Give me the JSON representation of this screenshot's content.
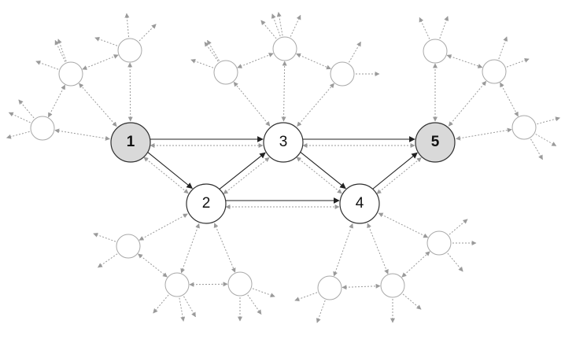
{
  "colors": {
    "highlight_fill": "#d9d9d9",
    "normal_fill": "#ffffff",
    "solid_edge": "#222222",
    "dotted_edge": "#9a9a9a"
  },
  "nodes": [
    {
      "id": "n1",
      "label": "1",
      "highlighted": true
    },
    {
      "id": "n2",
      "label": "2",
      "highlighted": false
    },
    {
      "id": "n3",
      "label": "3",
      "highlighted": false
    },
    {
      "id": "n4",
      "label": "4",
      "highlighted": false
    },
    {
      "id": "n5",
      "label": "5",
      "highlighted": true
    }
  ],
  "directed_edges": [
    {
      "from": "n1",
      "to": "n3"
    },
    {
      "from": "n1",
      "to": "n2"
    },
    {
      "from": "n2",
      "to": "n3"
    },
    {
      "from": "n2",
      "to": "n4"
    },
    {
      "from": "n3",
      "to": "n4"
    },
    {
      "from": "n3",
      "to": "n5"
    },
    {
      "from": "n4",
      "to": "n5"
    }
  ]
}
